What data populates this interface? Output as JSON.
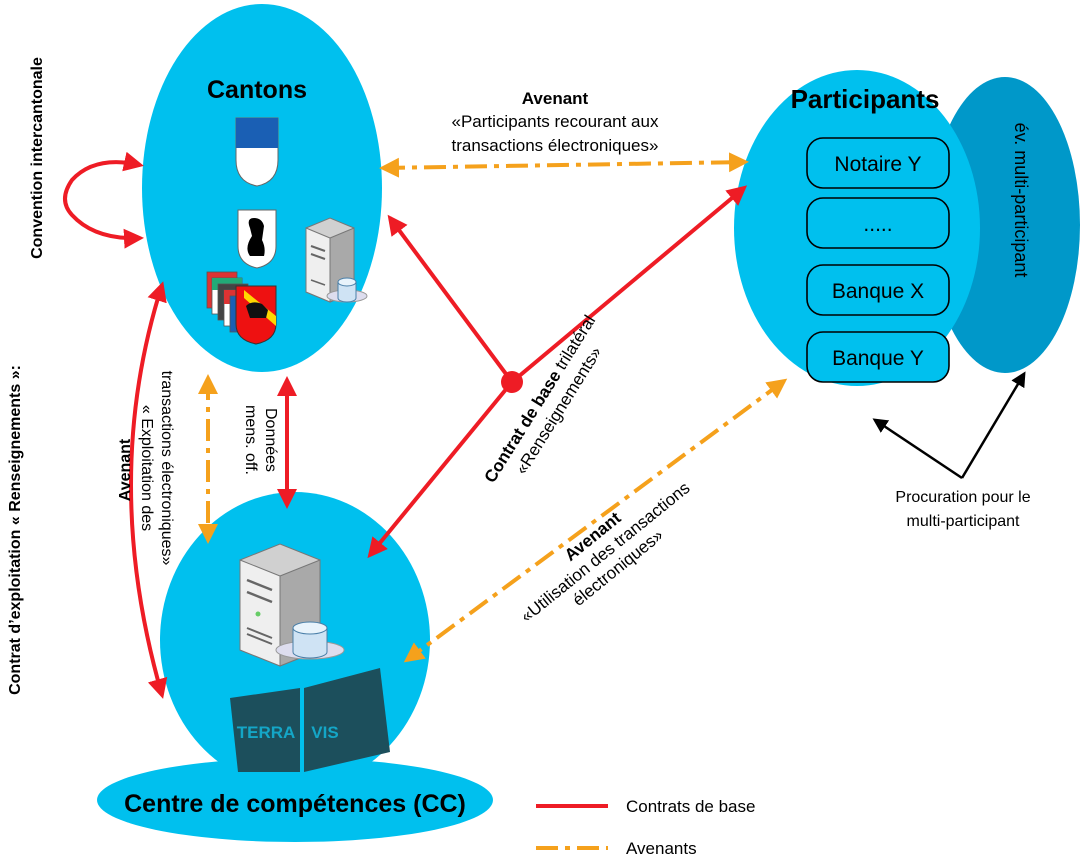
{
  "labels": {
    "cantons": "Cantons",
    "participants": "Participants",
    "multi_participant": "év. multi-participant",
    "cc": "Centre de compétences (CC)",
    "terravis_left": "TERRA",
    "terravis_right": "VIS",
    "convention": "Convention intercantonale",
    "exploitation_contract": "Contrat d’exploitation « Renseignements »:",
    "procuration_line1": "Procuration pour le",
    "procuration_line2": "multi-participant"
  },
  "participant_boxes": [
    "Notaire Y",
    ".....",
    "Banque X",
    "Banque Y"
  ],
  "avenant_participants": {
    "title": "Avenant",
    "line1": "«Participants recourant aux",
    "line2": "transactions électroniques»"
  },
  "avenant_exploitation": {
    "title": "Avenant",
    "line1": "« Exploitation des",
    "line2": "transactions électroniques»"
  },
  "donnees": {
    "line1": "Données",
    "line2": "mens. off."
  },
  "contrat_base": {
    "bold": "Contrat de base",
    "rest": " trilatéral",
    "line2": "«Renseignements»"
  },
  "avenant_utilisation": {
    "title": "Avenant",
    "line1": "«Utilisation des transactions",
    "line2": "électroniques»"
  },
  "legend": {
    "contrats_de_base": "Contrats de base",
    "avenants": "Avenants"
  },
  "colors": {
    "bubble": "#00c0ee",
    "bubble_dark": "#0098c9",
    "red": "#ee1c25",
    "orange": "#f5a11c",
    "terravis": "#1c4f5c"
  },
  "icons": [
    "lucerne-coat-of-arms-icon",
    "basel-coat-of-arms-icon",
    "canton-flags-stack-icon",
    "bern-coat-of-arms-icon",
    "server-icon",
    "database-icon"
  ]
}
